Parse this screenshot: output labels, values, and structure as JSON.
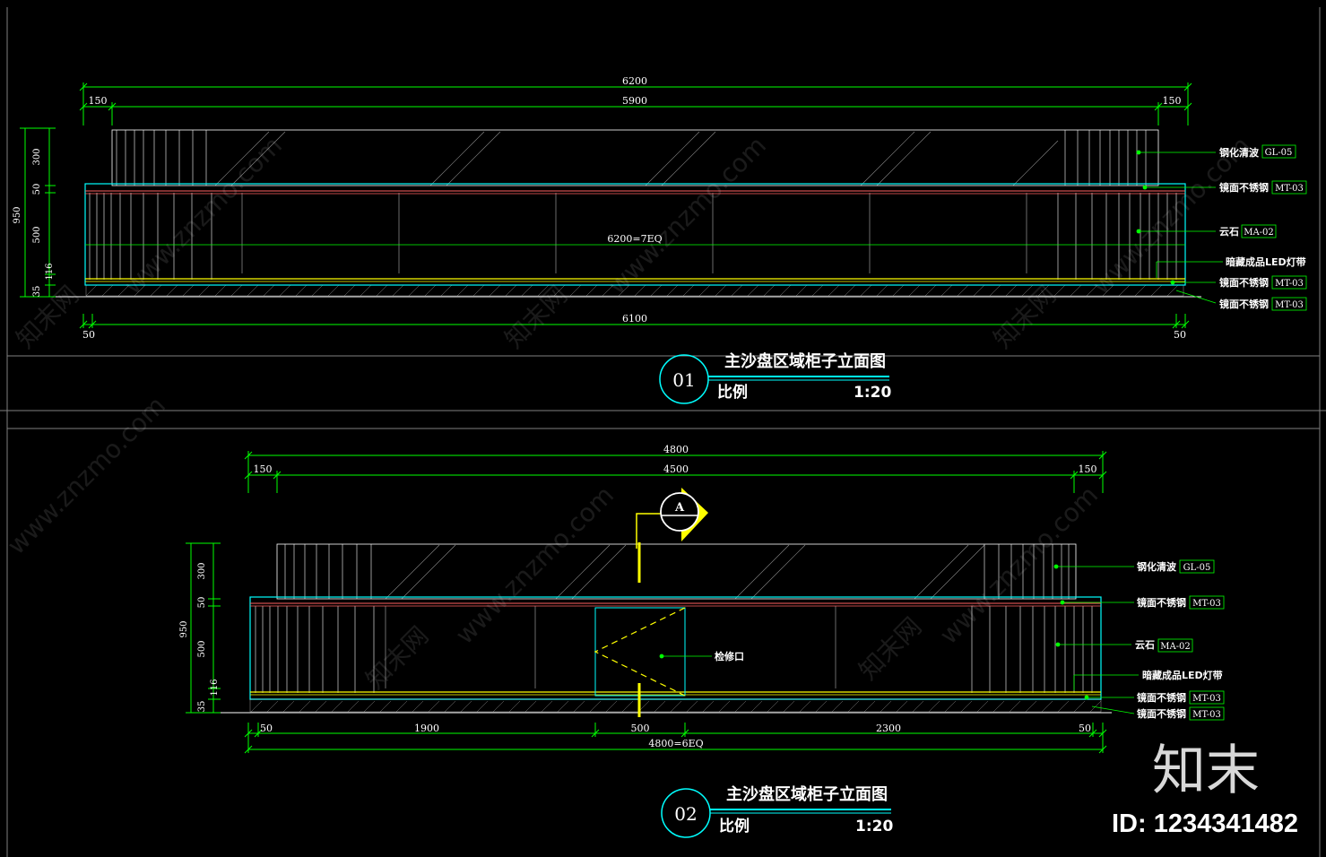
{
  "colors": {
    "background": "#000000",
    "dimension_line": "#00ff00",
    "outline": "#00ffff",
    "hatching": "#ffffff",
    "accent_red": "#ff6060",
    "led_line": "#ffff00",
    "text": "#ffffff",
    "frame": "#808080"
  },
  "elevation1": {
    "dims_top": {
      "overall": "6200",
      "left": "150",
      "middle": "5900",
      "right": "150"
    },
    "dims_vertical": {
      "total": "950",
      "top": "300",
      "band": "50",
      "body": "500",
      "plinth": "116",
      "base": "35"
    },
    "eq_label": "6200=7EQ",
    "dims_bottom": {
      "left": "50",
      "middle": "6100",
      "right": "50"
    },
    "materials": [
      {
        "name": "钢化清波",
        "code": "GL-05"
      },
      {
        "name": "镜面不锈钢",
        "code": "MT-03"
      },
      {
        "name": "云石",
        "code": "MA-02"
      },
      {
        "name": "暗藏成品LED灯带",
        "code": ""
      },
      {
        "name": "镜面不锈钢",
        "code": "MT-03"
      },
      {
        "name": "镜面不锈钢",
        "code": "MT-03"
      }
    ],
    "badge": "01",
    "title": "主沙盘区域柜子立面图",
    "scale_label": "比例",
    "scale_value": "1:20"
  },
  "elevation2": {
    "dims_top": {
      "overall": "4800",
      "left": "150",
      "middle": "4500",
      "right": "150"
    },
    "dims_vertical": {
      "total": "950",
      "top": "300",
      "band": "50",
      "body": "500",
      "plinth": "116",
      "base": "35"
    },
    "section_marker": "A",
    "access_label": "检修口",
    "dims_bottom": {
      "left": "50",
      "seg1": "1900",
      "seg2": "500",
      "seg3": "2300",
      "right": "50",
      "eq": "4800=6EQ"
    },
    "materials": [
      {
        "name": "钢化清波",
        "code": "GL-05"
      },
      {
        "name": "镜面不锈钢",
        "code": "MT-03"
      },
      {
        "name": "云石",
        "code": "MA-02"
      },
      {
        "name": "暗藏成品LED灯带",
        "code": ""
      },
      {
        "name": "镜面不锈钢",
        "code": "MT-03"
      },
      {
        "name": "镜面不锈钢",
        "code": "MT-03"
      }
    ],
    "badge": "02",
    "title": "主沙盘区域柜子立面图",
    "scale_label": "比例",
    "scale_value": "1:20"
  },
  "watermark": {
    "site": "www.znzmo.com",
    "name": "知末网"
  },
  "brand": {
    "logo": "知末",
    "id": "ID: 1234341482"
  }
}
